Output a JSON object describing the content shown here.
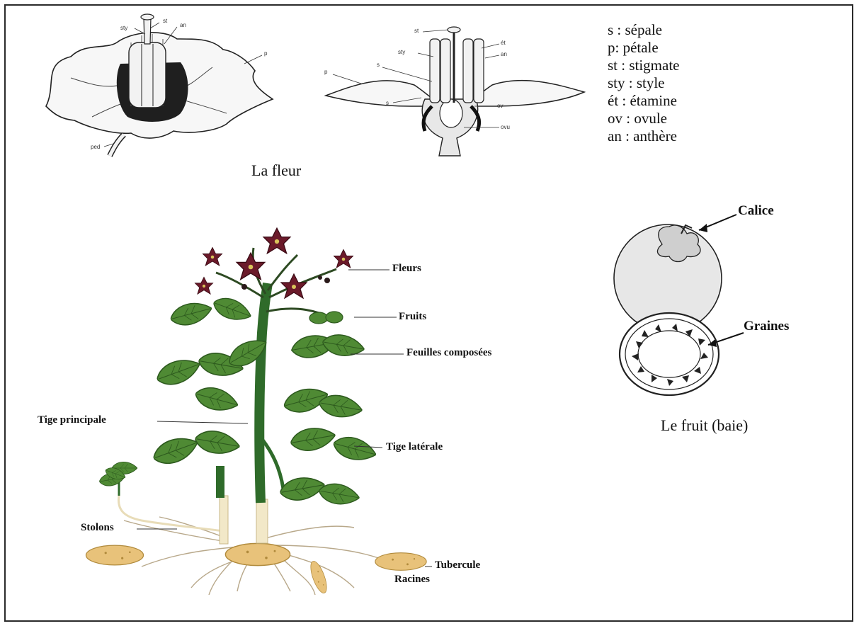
{
  "legend": [
    "s : sépale",
    "p: pétale",
    "st : stigmate",
    "sty : style",
    "ét : étamine",
    "ov : ovule",
    "an : anthère"
  ],
  "flower_caption": "La fleur",
  "flower1_labels": {
    "sty": "sty",
    "st": "st",
    "an": "an",
    "p": "p",
    "ped": "ped"
  },
  "flower2_labels": {
    "st": "st",
    "sty": "sty",
    "s": "s",
    "p": "p",
    "et": "ét",
    "an": "an",
    "ov": "ov",
    "ovu": "ovu",
    "sp": "s"
  },
  "plant_labels": {
    "fleurs": "Fleurs",
    "fruits": "Fruits",
    "feuilles": "Feuilles composées",
    "tige_principale": "Tige principale",
    "tige_laterale": "Tige latérale",
    "stolons": "Stolons",
    "tubercule": "Tubercule",
    "racines": "Racines"
  },
  "fruit": {
    "calice": "Calice",
    "graines": "Graines",
    "caption": "Le fruit (baie)"
  },
  "colors": {
    "flower": "#6b1a2a",
    "leaf": "#4f8a34",
    "stem": "#2f6b2a",
    "tuber": "#e8c27a",
    "root": "#b8a88a"
  }
}
